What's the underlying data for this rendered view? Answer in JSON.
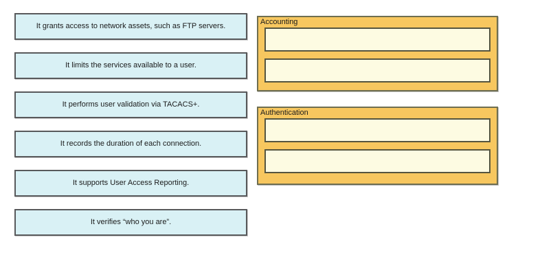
{
  "statements": [
    {
      "label": "It grants access to network assets, such as FTP servers."
    },
    {
      "label": "It limits the services available to a user."
    },
    {
      "label": "It performs user validation via TACACS+."
    },
    {
      "label": "It records the duration of each connection."
    },
    {
      "label": "It supports User Access Reporting."
    },
    {
      "label": "It verifies “who you are”."
    }
  ],
  "categories": [
    {
      "title": "Accounting",
      "slot_count": 2
    },
    {
      "title": "Authentication",
      "slot_count": 2
    }
  ],
  "colors": {
    "statement_fill": "#d9f1f5",
    "statement_border": "#58595b",
    "category_fill": "#f7c75f",
    "category_border": "#6e6e50",
    "slot_fill": "#fdfbe2",
    "slot_border": "#55553f",
    "text": "#1a1a1a",
    "background": "#ffffff"
  }
}
